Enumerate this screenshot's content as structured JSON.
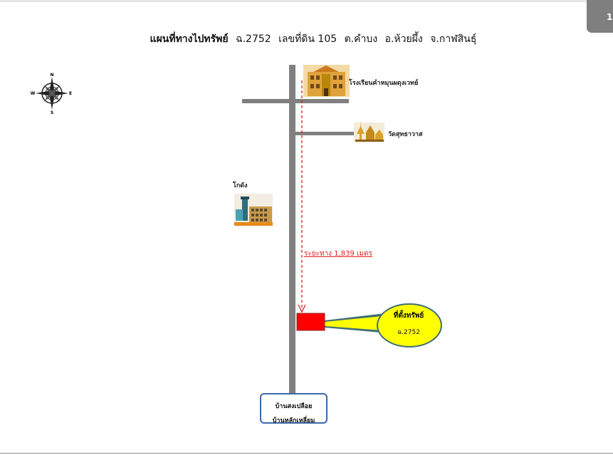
{
  "page": {
    "page_number": "1"
  },
  "header": {
    "title_bold": "แผนที่ทางไปทรัพย์",
    "deed": "ฉ.2752",
    "land_no": "เลขที่ดิน 105",
    "subdistrict": "ต.คำบง",
    "district": "อ.ห้วยผึ้ง",
    "province": "จ.กาฬสินธุ์"
  },
  "compass": {
    "north": "N",
    "south": "S",
    "east": "E",
    "west": "W",
    "icon": "compass-rose-icon"
  },
  "landmarks": {
    "school": {
      "label": "โรงเรียนคำหมุนผดุงเวทย์",
      "icon": "school-building-icon"
    },
    "temple": {
      "label": "วัดสุทธาวาส",
      "icon": "temple-icon"
    },
    "warehouse": {
      "label": "โกดัง",
      "icon": "factory-warehouse-icon"
    }
  },
  "route": {
    "distance_label": "ระยะทาง 1,839 เมตร",
    "color": "#e02020"
  },
  "property": {
    "callout_title": "ที่ตั้งทรัพย์",
    "callout_deed": "ฉ.2752",
    "marker_color": "#ff0000",
    "callout_color": "#ffff00"
  },
  "start_point": {
    "line1": "บ้านสงเปลือย",
    "line2": "บ้านหลักเหลี่ยม"
  }
}
